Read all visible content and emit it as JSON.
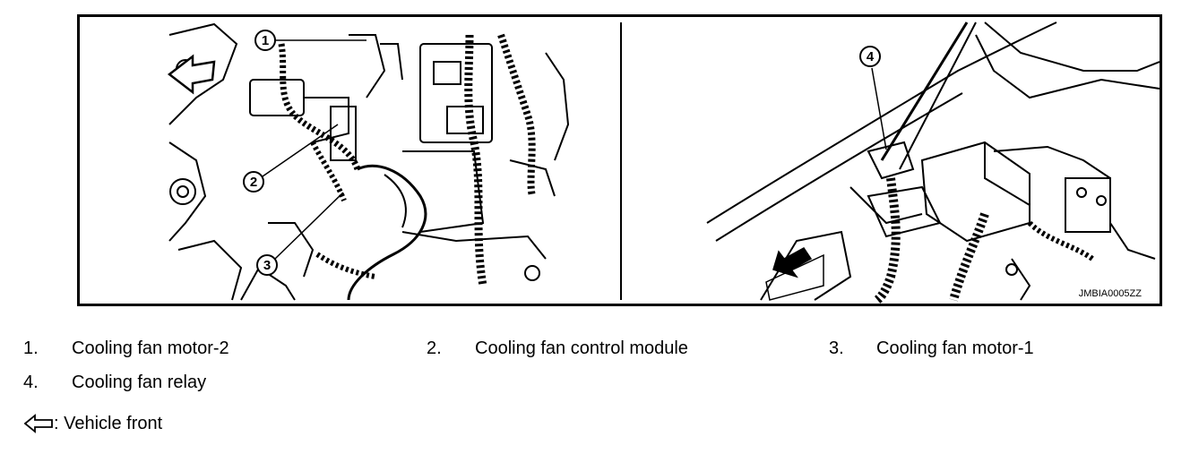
{
  "figure": {
    "code": "JMBIA0005ZZ",
    "callouts": [
      "1",
      "2",
      "3",
      "4"
    ]
  },
  "legend": [
    {
      "num": "1.",
      "text": "Cooling fan motor-2"
    },
    {
      "num": "2.",
      "text": "Cooling fan control module"
    },
    {
      "num": "3.",
      "text": "Cooling fan motor-1"
    },
    {
      "num": "4.",
      "text": "Cooling fan relay"
    }
  ],
  "front_note": {
    "icon": "hollow-arrow-left-icon",
    "text": ": Vehicle front"
  }
}
